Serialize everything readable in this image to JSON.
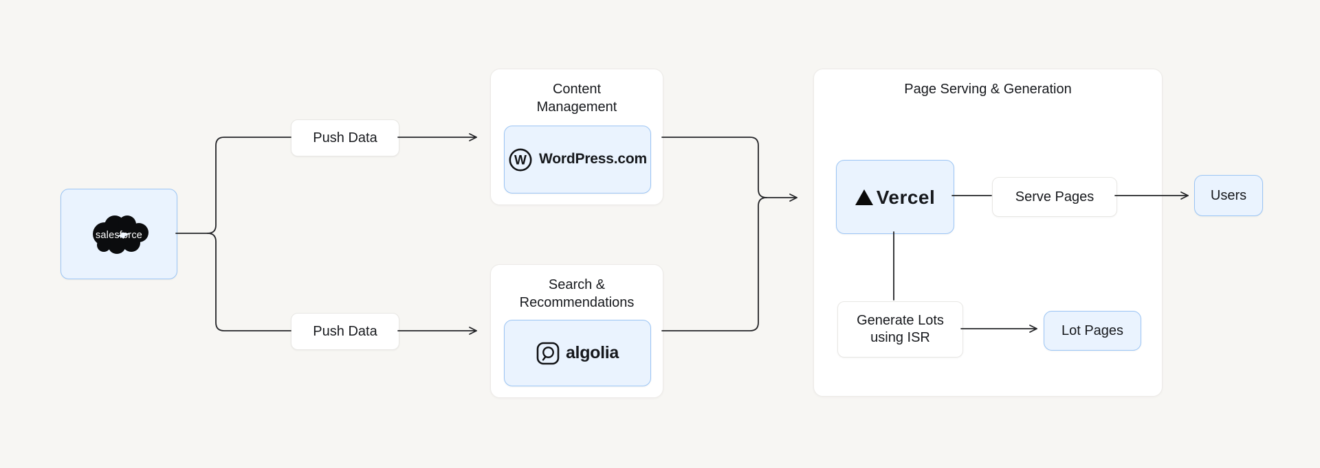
{
  "colors": {
    "background": "#f7f6f3",
    "accent_fill": "#eaf3fe",
    "accent_border": "#9ac4f4",
    "wire": "#222326",
    "text": "#16181c"
  },
  "nodes": {
    "salesforce": {
      "wordmark": "salesforce"
    },
    "push_data_top": {
      "label": "Push Data"
    },
    "push_data_bottom": {
      "label": "Push Data"
    },
    "content_management": {
      "title": "Content Management",
      "wordpress": {
        "label": "WordPress.com"
      }
    },
    "search_recommendations": {
      "title": "Search & Recommendations",
      "algolia": {
        "label": "algolia"
      }
    },
    "page_serving": {
      "title": "Page Serving & Generation",
      "vercel": {
        "label": "Vercel"
      },
      "serve_pages": {
        "label": "Serve Pages"
      },
      "generate_lots": {
        "label": "Generate Lots using ISR"
      },
      "lot_pages": {
        "label": "Lot Pages"
      }
    },
    "users": {
      "label": "Users"
    }
  },
  "edges": [
    {
      "from": "salesforce",
      "to": "push-data-top",
      "arrow": false
    },
    {
      "from": "salesforce",
      "to": "push-data-bottom",
      "arrow": false
    },
    {
      "from": "push-data-top",
      "to": "content-management",
      "arrow": true
    },
    {
      "from": "push-data-bottom",
      "to": "search-recommendations",
      "arrow": true
    },
    {
      "from": "content-management",
      "to": "page-serving",
      "arrow": true
    },
    {
      "from": "search-recommendations",
      "to": "page-serving",
      "arrow": true
    },
    {
      "from": "vercel",
      "to": "serve-pages",
      "arrow": false
    },
    {
      "from": "serve-pages",
      "to": "users",
      "arrow": true
    },
    {
      "from": "vercel",
      "to": "generate-lots",
      "arrow": false
    },
    {
      "from": "generate-lots",
      "to": "lot-pages",
      "arrow": true
    }
  ]
}
